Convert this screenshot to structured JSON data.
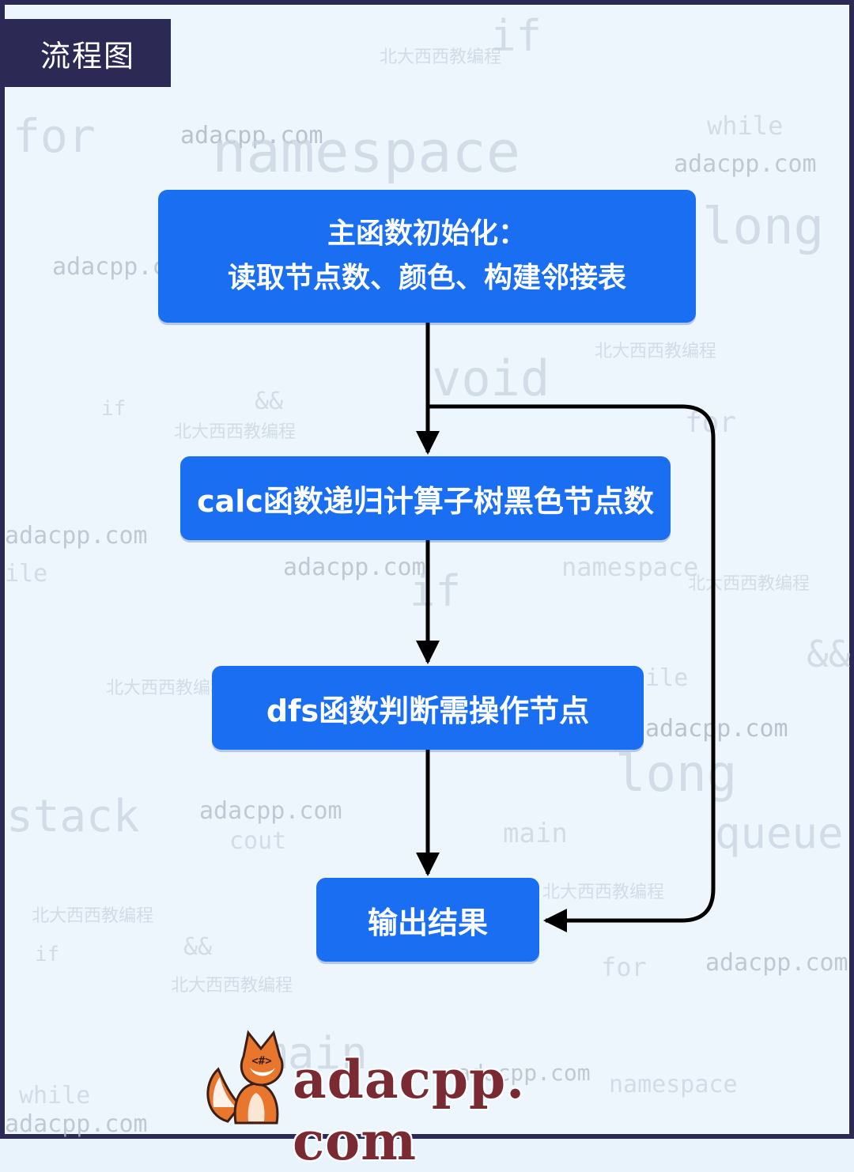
{
  "header": {
    "title": "流程图"
  },
  "flowchart": {
    "nodes": [
      {
        "id": "init",
        "lines": [
          "主函数初始化：",
          "读取节点数、颜色、构建邻接表"
        ]
      },
      {
        "id": "calc",
        "lines": [
          "calc函数递归计算子树黑色节点数"
        ]
      },
      {
        "id": "dfs",
        "lines": [
          "dfs函数判断需操作节点"
        ]
      },
      {
        "id": "output",
        "lines": [
          "输出结果"
        ]
      }
    ],
    "edges": [
      {
        "from": "init",
        "to": "calc"
      },
      {
        "from": "calc",
        "to": "dfs"
      },
      {
        "from": "dfs",
        "to": "output"
      },
      {
        "from": "init",
        "to": "output",
        "style": "bypass-right"
      }
    ]
  },
  "logo": {
    "text": "adacpp. com",
    "icon": "fox-cpp-icon"
  },
  "watermarks": {
    "site": "adacpp.com",
    "brand": "北大西西教编程",
    "keywords": [
      "for",
      "while",
      "if",
      "namespace",
      "long",
      "void",
      "queue",
      "stack",
      "main",
      "cout",
      "&&",
      "ile"
    ]
  },
  "colors": {
    "frame": "#2c2a55",
    "background": "#edf5fd",
    "node_fill": "#1a6ef2",
    "node_text": "#ffffff",
    "arrow": "#000000",
    "logo_text": "#7a2a33",
    "fox": "#e8762d"
  }
}
